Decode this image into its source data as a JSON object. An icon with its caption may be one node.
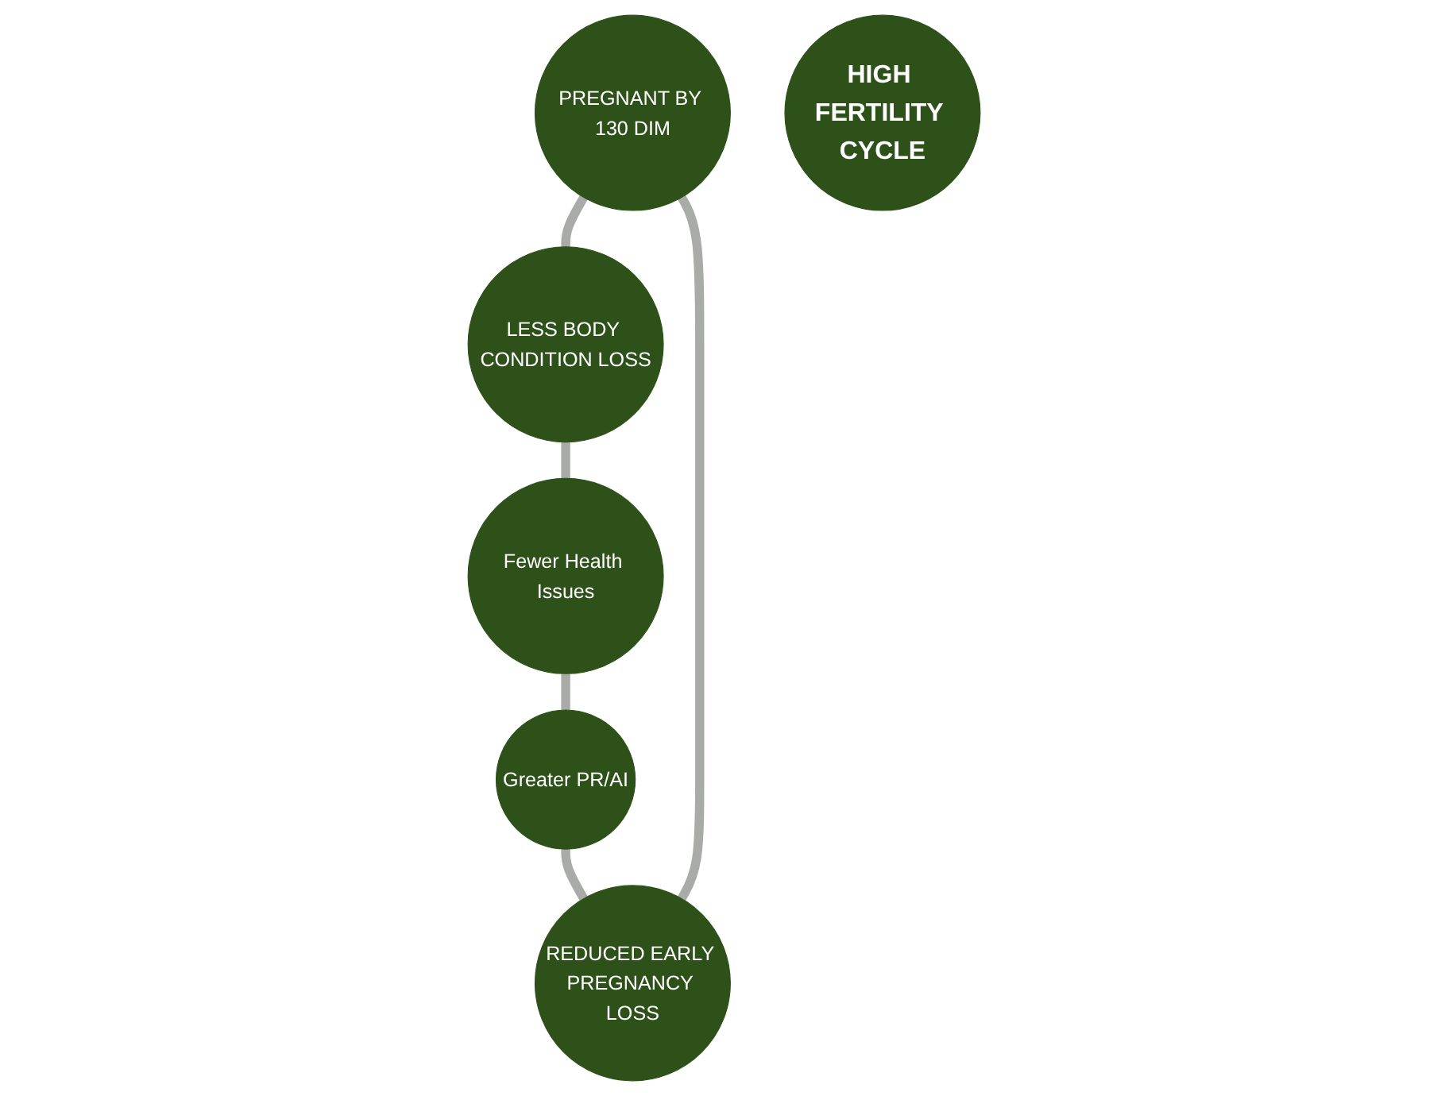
{
  "diagram": {
    "nodes": [
      {
        "text": [
          "PREGNANT BY 130 DIM"
        ]
      },
      {
        "text": [
          "REDUCED EARLY PREGNANCY LOSS"
        ]
      },
      {
        "text": [
          "LESS BODY CONDITION LOSS"
        ]
      },
      {
        "text": [
          "HIGH FERTILITY CYCLE"
        ]
      },
      {
        "text": [
          "Greater PR/AI"
        ]
      },
      {
        "text": [
          "Fewer Health Issues"
        ]
      }
    ],
    "edges": [
      {
        "from": 0,
        "to": 2,
        "arrow": "none"
      },
      {
        "from": 2,
        "to": 5,
        "arrow": "none"
      },
      {
        "from": 5,
        "to": 4,
        "arrow": "none"
      },
      {
        "from": 4,
        "to": 1,
        "arrow": "none"
      },
      {
        "from": 1,
        "to": 0,
        "arrow": "none"
      }
    ]
  }
}
